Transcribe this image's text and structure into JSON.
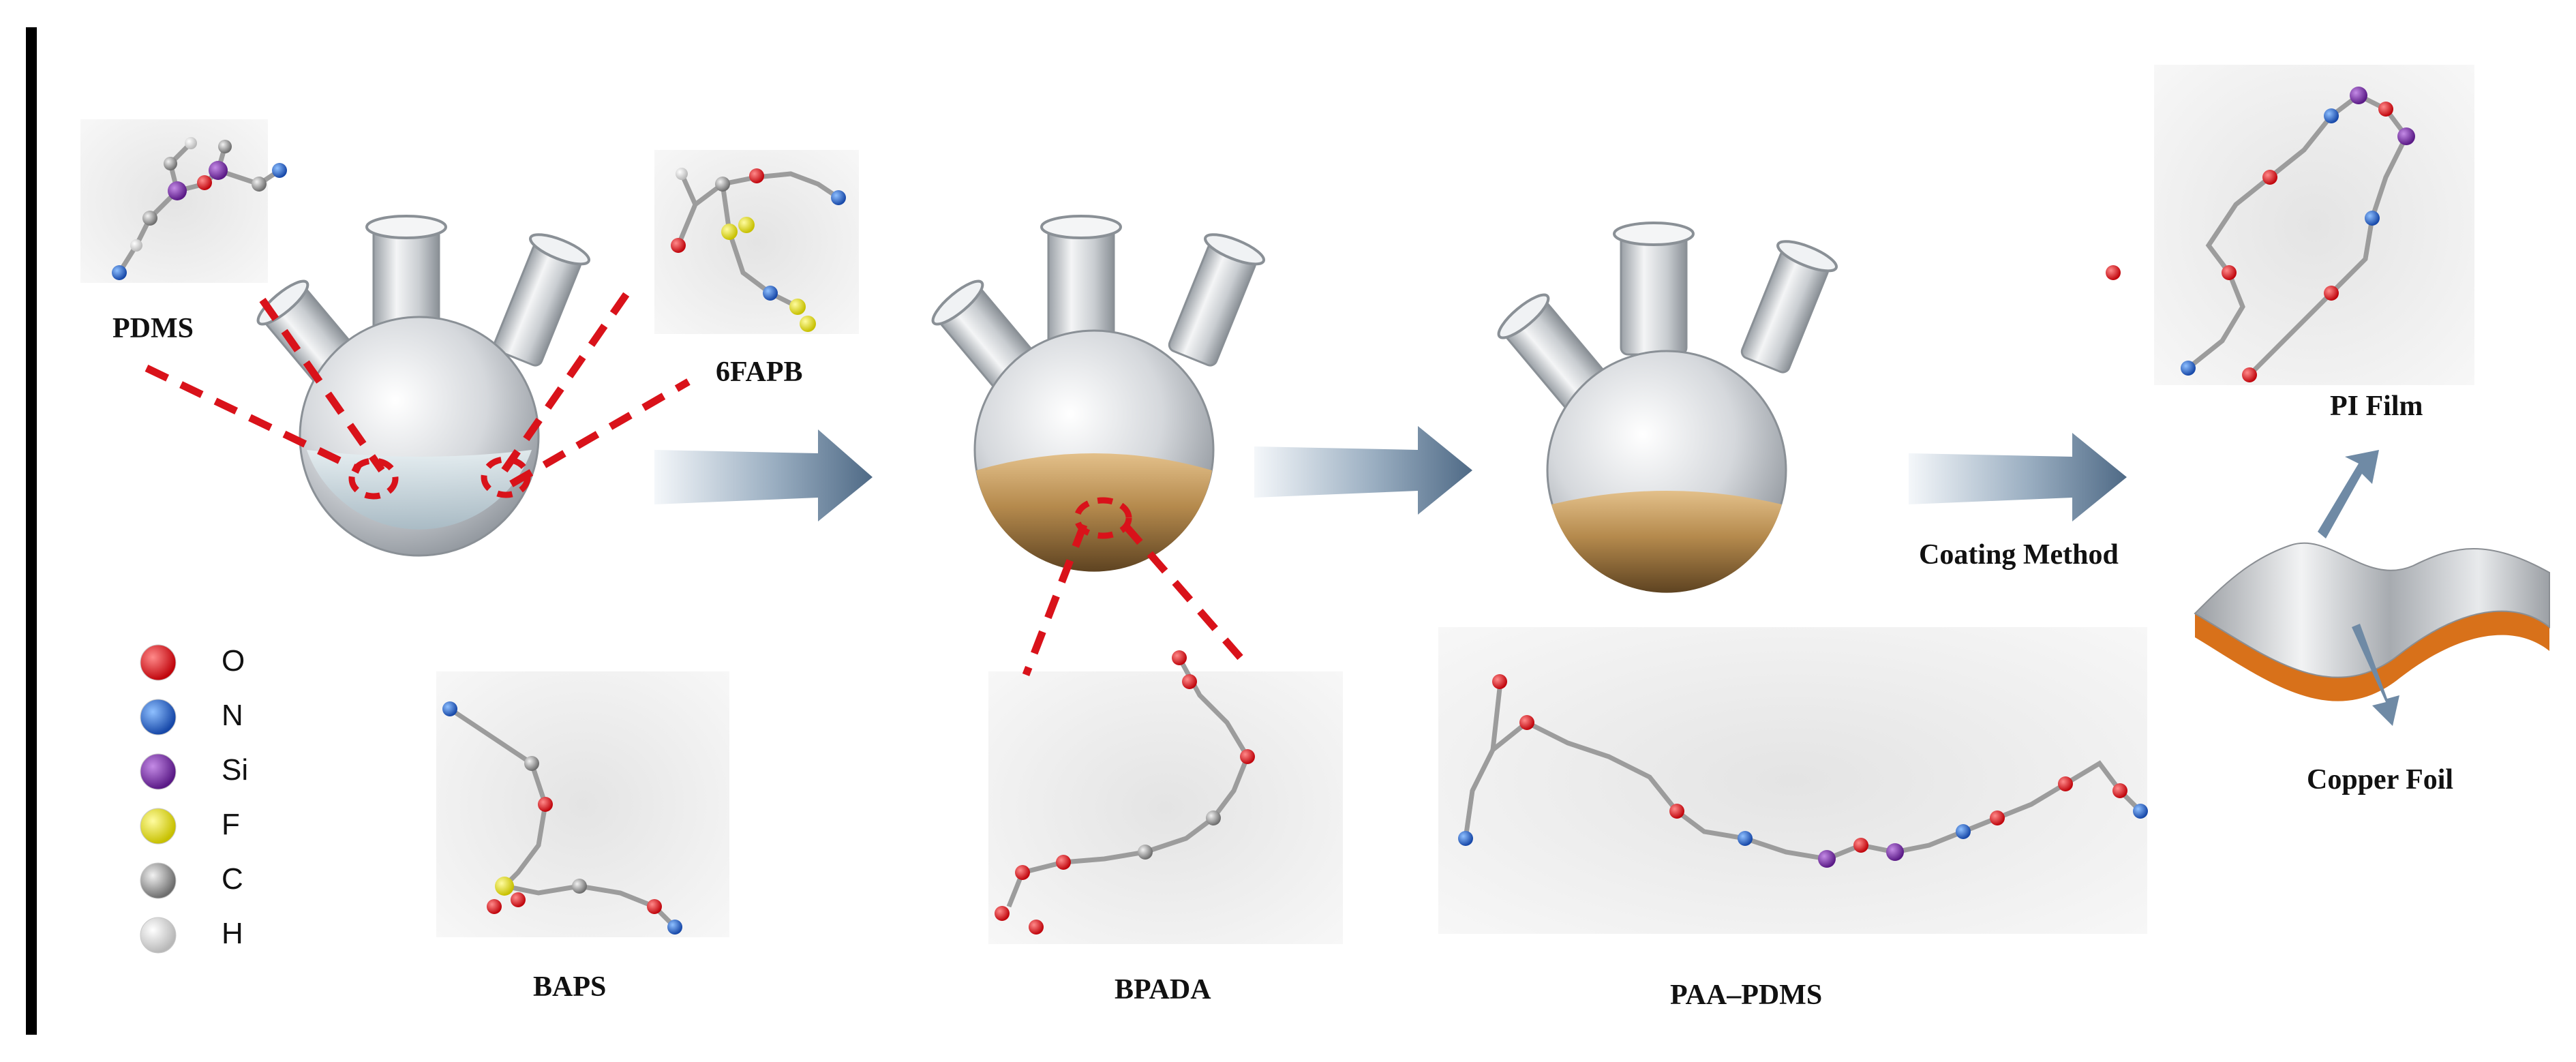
{
  "labels": {
    "pdms": "PDMS",
    "sixfapb": "6FAPB",
    "baps": "BAPS",
    "bpada": "BPADA",
    "paa_pdms": "PAA–PDMS",
    "pi_film": "PI Film",
    "copper_foil": "Copper Foil",
    "coating_method": "Coating Method"
  },
  "legend": [
    {
      "symbol": "O",
      "color": "#e8141a"
    },
    {
      "symbol": "N",
      "color": "#2a6fd8"
    },
    {
      "symbol": "Si",
      "color": "#7a2fa8"
    },
    {
      "symbol": "F",
      "color": "#f2ee12"
    },
    {
      "symbol": "C",
      "color": "#a8a8a8"
    },
    {
      "symbol": "H",
      "color": "#f2f2f2"
    }
  ],
  "colors": {
    "arrow": "#5a7591",
    "dash": "#d9121a",
    "solution_light": "#d6e4ea",
    "solution_brown": "#a07a3f",
    "copper": "#d8711a"
  }
}
